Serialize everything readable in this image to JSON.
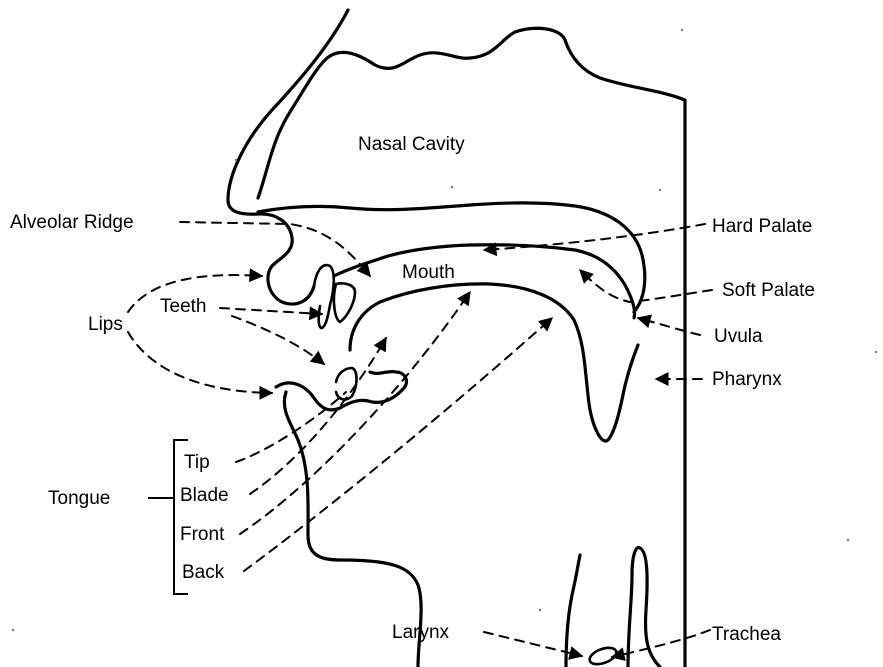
{
  "labels": {
    "nasal_cavity": "Nasal Cavity",
    "alveolar_ridge": "Alveolar Ridge",
    "hard_palate": "Hard Palate",
    "mouth": "Mouth",
    "soft_palate": "Soft Palate",
    "lips": "Lips",
    "teeth": "Teeth",
    "uvula": "Uvula",
    "pharynx": "Pharynx",
    "tongue": "Tongue",
    "tip": "Tip",
    "blade": "Blade",
    "front": "Front",
    "back": "Back",
    "larynx": "Larynx",
    "trachea": "Trachea"
  }
}
